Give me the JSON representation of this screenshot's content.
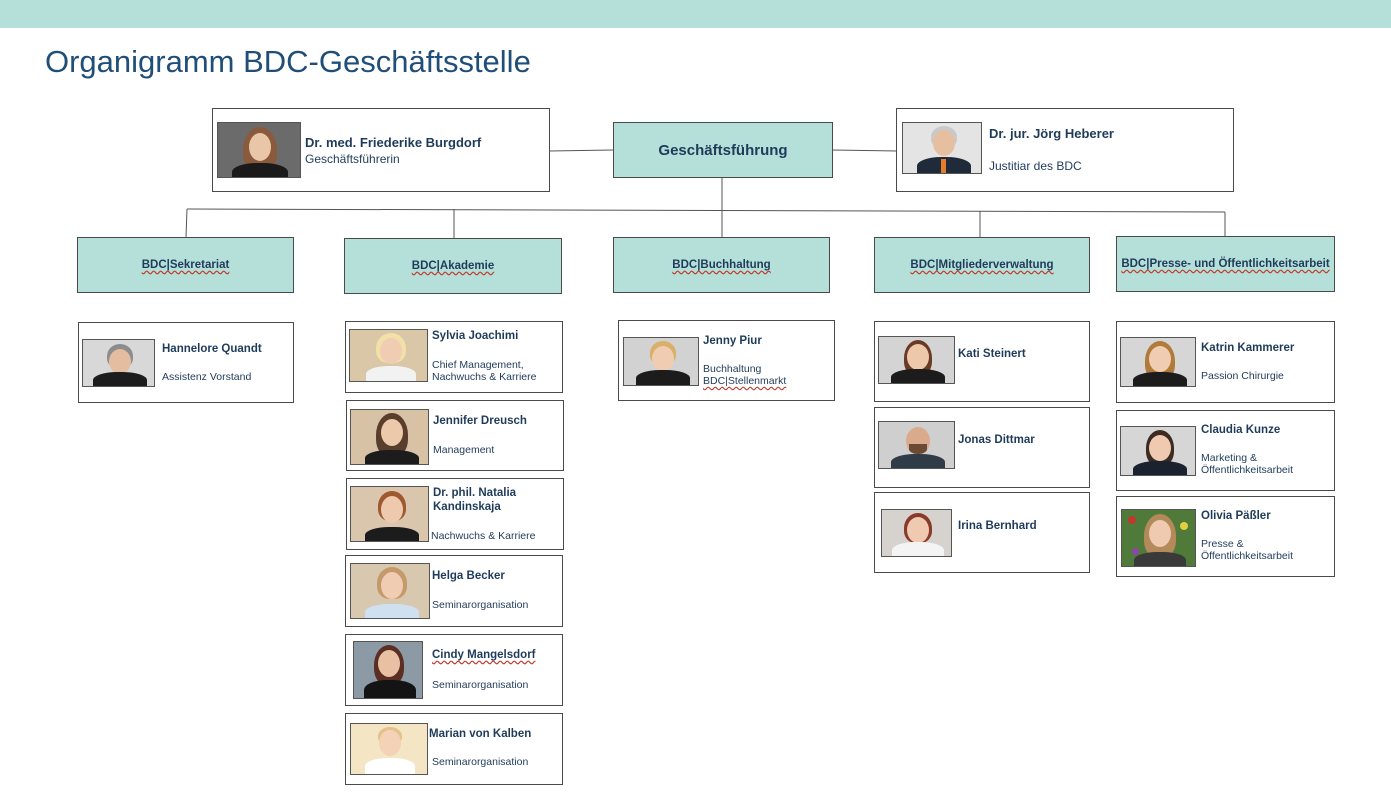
{
  "title": "Organigramm BDC-Geschäftsstelle",
  "colors": {
    "accent": "#b5dfd9",
    "text": "#1f3b5a",
    "title": "#1f4e79"
  },
  "management": {
    "label": "Geschäftsführung",
    "left": {
      "name": "Dr. med. Friederike Burgdorf",
      "role": "Geschäftsführerin"
    },
    "right": {
      "name": "Dr. jur. Jörg Heberer",
      "role": "Justitiar des BDC"
    }
  },
  "departments": [
    {
      "label": "BDC|Sekretariat",
      "people": [
        {
          "name": "Hannelore Quandt",
          "role": "Assistenz Vorstand"
        }
      ]
    },
    {
      "label": "BDC|Akademie",
      "people": [
        {
          "name": "Sylvia Joachimi",
          "role": "Chief Management, Nachwuchs & Karriere"
        },
        {
          "name": "Jennifer Dreusch",
          "role": "Management"
        },
        {
          "name": "Dr. phil. Natalia Kandinskaja",
          "role": "Nachwuchs & Karriere"
        },
        {
          "name": "Helga Becker",
          "role": "Seminarorganisation"
        },
        {
          "name": "Cindy Mangelsdorf",
          "role": "Seminarorganisation"
        },
        {
          "name": "Marian von Kalben",
          "role": "Seminarorganisation"
        }
      ]
    },
    {
      "label": "BDC|Buchhaltung",
      "people": [
        {
          "name": "Jenny Piur",
          "role": "Buchhaltung",
          "role2": "BDC|Stellenmarkt"
        }
      ]
    },
    {
      "label": "BDC|Mitgliederverwaltung",
      "people": [
        {
          "name": "Kati Steinert",
          "role": ""
        },
        {
          "name": "Jonas Dittmar",
          "role": ""
        },
        {
          "name": "Irina Bernhard",
          "role": ""
        }
      ]
    },
    {
      "label": "BDC|Presse- und Öffentlichkeitsarbeit",
      "people": [
        {
          "name": "Katrin Kammerer",
          "role": "Passion Chirurgie"
        },
        {
          "name": "Claudia Kunze",
          "role": "Marketing & Öffentlichkeitsarbeit"
        },
        {
          "name": "Olivia Päßler",
          "role": "Presse & Öffentlichkeitsarbeit"
        }
      ]
    }
  ]
}
